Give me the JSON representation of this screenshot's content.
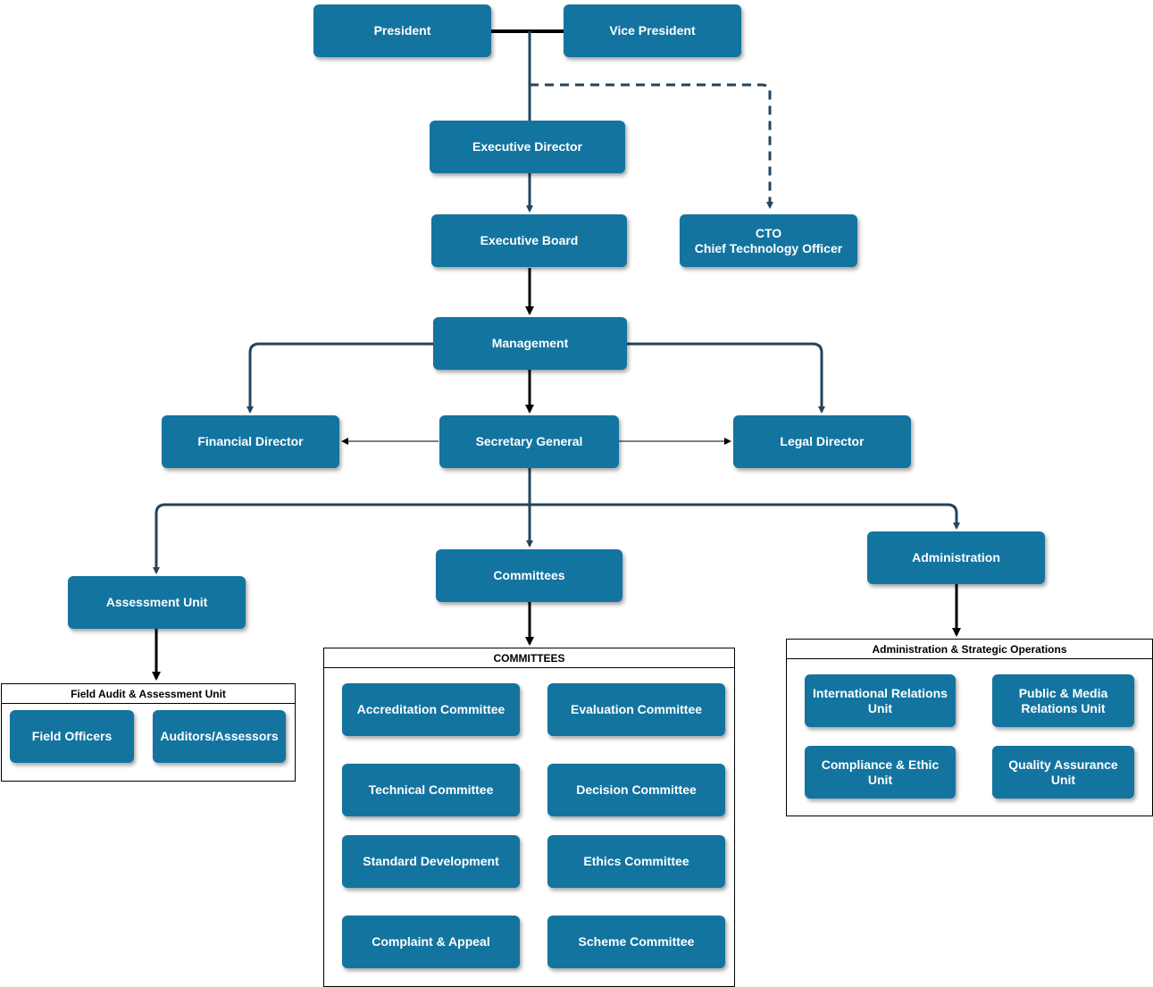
{
  "colors": {
    "node_fill": "#1374a0",
    "connector": "#23445d",
    "node_text": "#ffffff"
  },
  "nodes": {
    "president": "President",
    "vice_president": "Vice President",
    "executive_director": "Executive Director",
    "executive_board": "Executive Board",
    "cto": "CTO\nChief Technology Officer",
    "management": "Management",
    "financial_director": "Financial Director",
    "secretary_general": "Secretary General",
    "legal_director": "Legal Director",
    "assessment_unit": "Assessment Unit",
    "committees": "Committees",
    "administration": "Administration"
  },
  "groups": {
    "field_audit": {
      "title": "Field Audit & Assessment Unit",
      "items": [
        "Field Officers",
        "Auditors/Assessors"
      ]
    },
    "committees": {
      "title": "COMMITTEES",
      "items": [
        "Accreditation Committee",
        "Evaluation Committee",
        "Technical Committee",
        "Decision Committee",
        "Standard Development",
        "Ethics Committee",
        "Complaint & Appeal",
        "Scheme Committee"
      ]
    },
    "admin_ops": {
      "title": "Administration & Strategic Operations",
      "items": [
        "International Relations\nUnit",
        "Public & Media\nRelations Unit",
        "Compliance & Ethic\nUnit",
        "Quality Assurance\nUnit"
      ]
    }
  }
}
